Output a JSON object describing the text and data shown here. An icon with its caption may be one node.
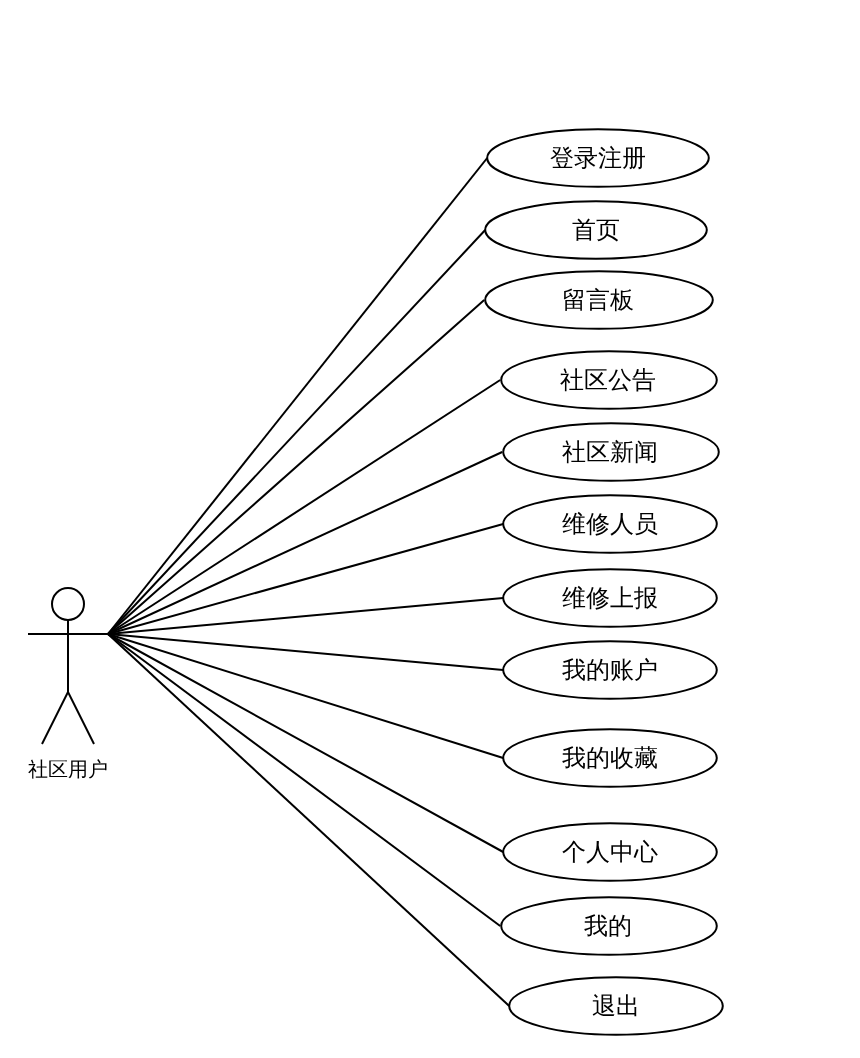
{
  "diagram": {
    "nodes": [
      {
        "text": [
          "社区用户"
        ]
      },
      {
        "text": [
          "登录注册"
        ]
      },
      {
        "text": [
          "首页"
        ]
      },
      {
        "text": [
          "留言板"
        ]
      },
      {
        "text": [
          "社区公告"
        ]
      },
      {
        "text": [
          "社区新闻"
        ]
      },
      {
        "text": [
          "维修人员"
        ]
      },
      {
        "text": [
          "维修上报"
        ]
      },
      {
        "text": [
          "我的账户"
        ]
      },
      {
        "text": [
          "我的收藏"
        ]
      },
      {
        "text": [
          "个人中心"
        ]
      },
      {
        "text": [
          "我的"
        ]
      },
      {
        "text": [
          "退出"
        ]
      }
    ],
    "edges": [
      {
        "from": 0,
        "to": 1,
        "arrow": "none"
      },
      {
        "from": 0,
        "to": 2,
        "arrow": "none"
      },
      {
        "from": 0,
        "to": 3,
        "arrow": "none"
      },
      {
        "from": 0,
        "to": 4,
        "arrow": "none"
      },
      {
        "from": 0,
        "to": 5,
        "arrow": "none"
      },
      {
        "from": 0,
        "to": 6,
        "arrow": "none"
      },
      {
        "from": 0,
        "to": 7,
        "arrow": "none"
      },
      {
        "from": 0,
        "to": 8,
        "arrow": "none"
      },
      {
        "from": 0,
        "to": 9,
        "arrow": "none"
      },
      {
        "from": 0,
        "to": 10,
        "arrow": "none"
      },
      {
        "from": 0,
        "to": 11,
        "arrow": "none"
      },
      {
        "from": 0,
        "to": 12,
        "arrow": "none"
      }
    ]
  }
}
